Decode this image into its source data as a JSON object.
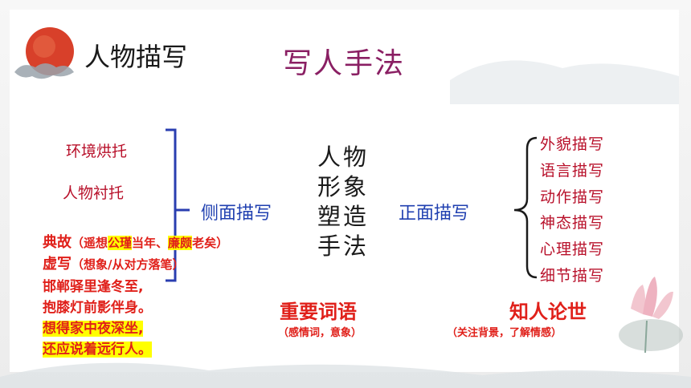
{
  "header": {
    "corner_title": "人物描写",
    "main_title": "写人手法"
  },
  "left": {
    "items": [
      "环境烘托",
      "人物衬托"
    ],
    "branch_label": "侧面描写"
  },
  "center": {
    "lines": [
      "人物",
      "形象",
      "塑造",
      "手法"
    ]
  },
  "right": {
    "branch_label": "正面描写",
    "items": [
      "外貌描写",
      "语言描写",
      "动作描写",
      "神态描写",
      "心理描写",
      "细节描写"
    ]
  },
  "notes": {
    "diangu": {
      "label": "典故",
      "open": "（遥想",
      "hl1": "公瑾",
      "mid": "当年、",
      "hl2": "廉颇",
      "close": "老矣）"
    },
    "xuxie": {
      "label": "虚写",
      "paren": "（想象/从对方落笔）"
    },
    "poem": [
      "邯郸驿里逢冬至,",
      "抱膝灯前影伴身。",
      "想得家中夜深坐,",
      "还应说着远行人。"
    ]
  },
  "keywords": {
    "important_words": "重要词语",
    "important_words_sub": "（感情词，意象）",
    "zhiren": "知人论世",
    "zhiren_sub": "（关注背景，了解情感）"
  }
}
